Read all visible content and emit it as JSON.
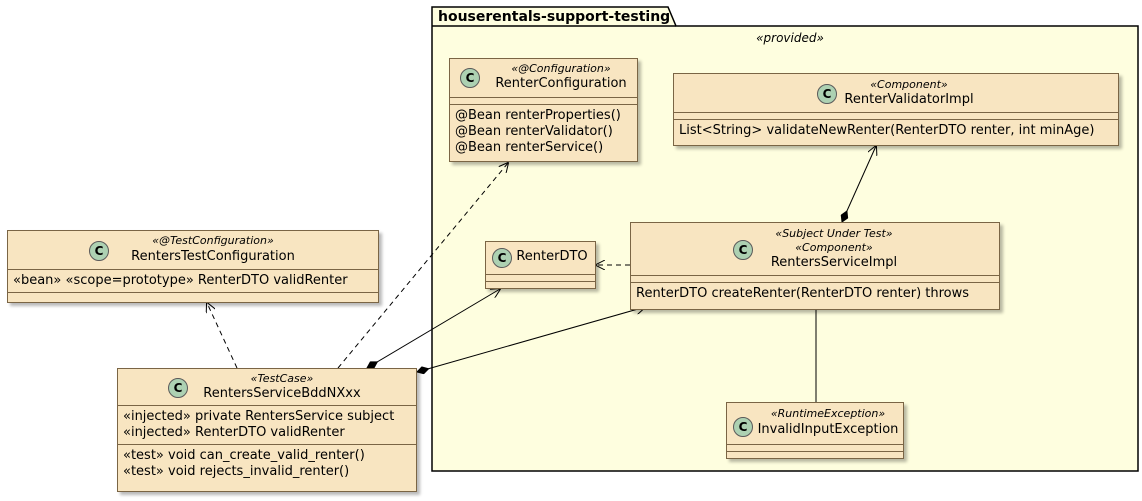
{
  "package": {
    "name": "houserentals-support-testing",
    "stereotype": "«provided»"
  },
  "class_badge_letter": "C",
  "classes": {
    "renter_configuration": {
      "stereotype": "«@Configuration»",
      "name": "RenterConfiguration",
      "methods": [
        "@Bean renterProperties()",
        "@Bean renterValidator()",
        "@Bean renterService()"
      ]
    },
    "renter_validator_impl": {
      "stereotype": "«Component»",
      "name": "RenterValidatorImpl",
      "methods": [
        "List<String> validateNewRenter(RenterDTO renter, int minAge)"
      ]
    },
    "renter_dto": {
      "name": "RenterDTO"
    },
    "renters_service_impl": {
      "stereotype1": "«Subject Under Test»",
      "stereotype2": "«Component»",
      "name": "RentersServiceImpl",
      "methods": [
        "RenterDTO createRenter(RenterDTO renter) throws"
      ]
    },
    "invalid_input_exception": {
      "stereotype": "«RuntimeException»",
      "name": "InvalidInputException"
    },
    "renters_test_configuration": {
      "stereotype": "«@TestConfiguration»",
      "name": "RentersTestConfiguration",
      "fields": [
        "«bean» «scope=prototype» RenterDTO validRenter"
      ]
    },
    "renters_service_bdd": {
      "stereotype": "«TestCase»",
      "name": "RentersServiceBddNXxx",
      "fields": [
        "«injected» private RentersService subject",
        "«injected» RenterDTO validRenter"
      ],
      "methods": [
        "«test» void can_create_valid_renter()",
        "«test» void rejects_invalid_renter()"
      ]
    }
  },
  "colors": {
    "package_fill": "#FEFEDF",
    "class_fill": "#F8E5C1",
    "class_border": "#7a6545",
    "badge_fill": "#ADD1B2",
    "line": "#000000"
  }
}
